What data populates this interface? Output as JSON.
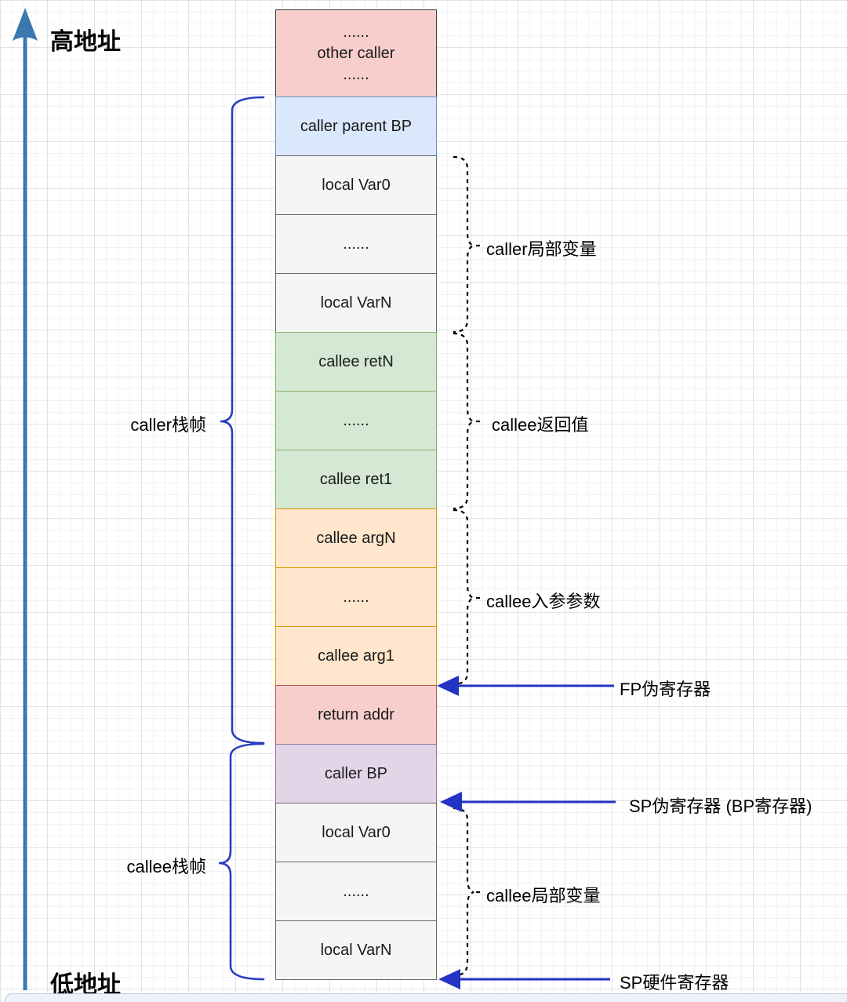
{
  "axis": {
    "high_label": "高地址",
    "low_label": "低地址"
  },
  "stack": {
    "rows": [
      {
        "name": "other-caller",
        "lines": [
          "......",
          "other caller",
          "......"
        ],
        "fill": "#f8cecc",
        "border": "#3b3b3b"
      },
      {
        "name": "caller-parent-bp",
        "lines": [
          "caller parent BP"
        ],
        "fill": "#dae8fc",
        "border": "#6c8ebf"
      },
      {
        "name": "caller-local-var0",
        "lines": [
          "local Var0"
        ],
        "fill": "#f5f5f5",
        "border": "#666666"
      },
      {
        "name": "caller-local-dots",
        "lines": [
          "......"
        ],
        "fill": "#f5f5f5",
        "border": "#666666"
      },
      {
        "name": "caller-local-varn",
        "lines": [
          "local VarN"
        ],
        "fill": "#f5f5f5",
        "border": "#666666"
      },
      {
        "name": "callee-retn",
        "lines": [
          "callee retN"
        ],
        "fill": "#d5e8d4",
        "border": "#82b366"
      },
      {
        "name": "callee-ret-dots",
        "lines": [
          "......"
        ],
        "fill": "#d5e8d4",
        "border": "#82b366"
      },
      {
        "name": "callee-ret1",
        "lines": [
          "callee ret1"
        ],
        "fill": "#d5e8d4",
        "border": "#82b366"
      },
      {
        "name": "callee-argn",
        "lines": [
          "callee argN"
        ],
        "fill": "#ffe6cc",
        "border": "#d79b00"
      },
      {
        "name": "callee-arg-dots",
        "lines": [
          "......"
        ],
        "fill": "#ffe6cc",
        "border": "#d79b00"
      },
      {
        "name": "callee-arg1",
        "lines": [
          "callee arg1"
        ],
        "fill": "#ffe6cc",
        "border": "#d79b00"
      },
      {
        "name": "return-addr",
        "lines": [
          "return addr"
        ],
        "fill": "#f8cecc",
        "border": "#b85450"
      },
      {
        "name": "caller-bp",
        "lines": [
          "caller BP"
        ],
        "fill": "#e1d5e7",
        "border": "#9673a6"
      },
      {
        "name": "callee-local-var0",
        "lines": [
          "local Var0"
        ],
        "fill": "#f5f5f5",
        "border": "#666666"
      },
      {
        "name": "callee-local-dots",
        "lines": [
          "......"
        ],
        "fill": "#f5f5f5",
        "border": "#666666"
      },
      {
        "name": "callee-local-varn",
        "lines": [
          "local VarN"
        ],
        "fill": "#f5f5f5",
        "border": "#666666"
      }
    ]
  },
  "frame_braces": {
    "caller": {
      "label": "caller栈帧"
    },
    "callee": {
      "label": "callee栈帧"
    }
  },
  "annotations": {
    "caller_locals": {
      "label": "caller局部变量"
    },
    "callee_rets": {
      "label": "callee返回值"
    },
    "callee_args": {
      "label": "callee入参参数"
    },
    "callee_locals": {
      "label": "callee局部变量"
    }
  },
  "pointers": {
    "fp": {
      "label": "FP伪寄存器"
    },
    "sp_bp": {
      "label": "SP伪寄存器 (BP寄存器)"
    },
    "sp_hw": {
      "label": "SP硬件寄存器"
    }
  },
  "colors": {
    "axis_arrow": "#3c78b0",
    "frame_brace": "#2a3cc2",
    "pointer_arrow": "#2333c4",
    "dashed_bracket": "#000000",
    "grid_minor": "#f0f2f4",
    "grid_major": "#dfe3e8"
  }
}
